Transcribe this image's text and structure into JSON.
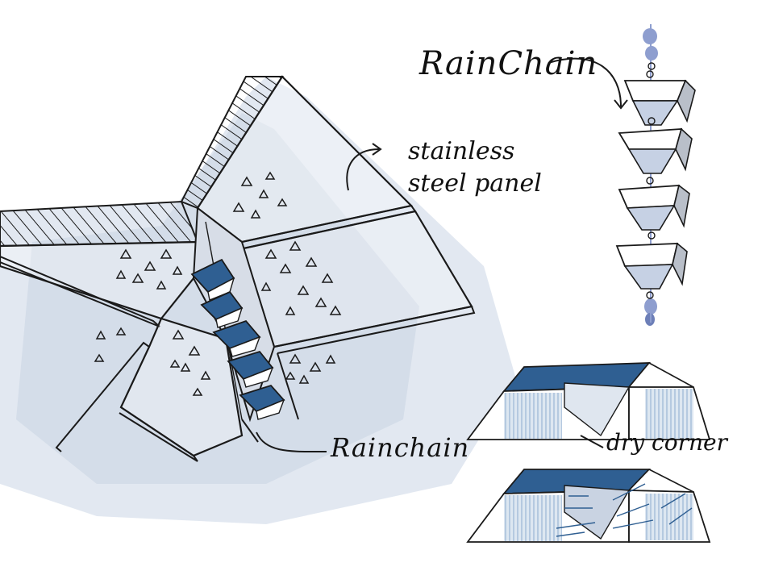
{
  "labels": {
    "rainchain_top": "RainChain",
    "panel_line1": "stainless",
    "panel_line2": "steel panel",
    "rainchain_bottom": "Rainchain",
    "dry_corner": "dry corner"
  },
  "colors": {
    "ink": "#1a1a1a",
    "wash": "#c9d3e2",
    "wash_light": "#dfe6ef",
    "blue": "#2f5f92",
    "water": "#9fb9d8",
    "bead": "#8e9ecf",
    "bead_dark": "#6d7fb8"
  }
}
